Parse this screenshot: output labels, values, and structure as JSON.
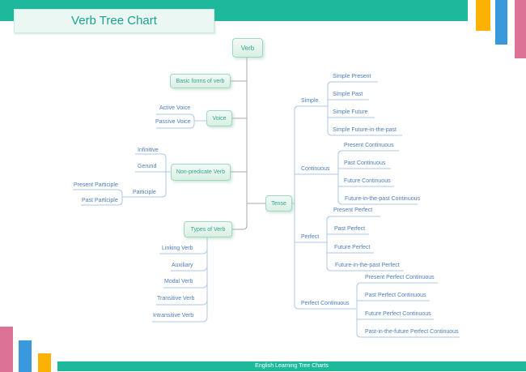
{
  "header": {
    "title": "Verb Tree Chart"
  },
  "footer": {
    "text": "English Learning Tree Charts"
  },
  "colors": {
    "teal": "#1eb99d",
    "orange": "#fdb203",
    "blue": "#3a99dc",
    "pink": "#dc7296",
    "node_text": "#35a292",
    "leaf_text": "#4d7dba",
    "leaf_line": "#aec7e5",
    "tree_line": "#a8a8a8"
  },
  "tree": {
    "root": {
      "label": "Verb"
    },
    "branches": {
      "basic": {
        "label": "Basic forms of verb"
      },
      "voice": {
        "label": "Voice",
        "children": [
          "Active Voice",
          "Passive Voice"
        ]
      },
      "nonpredicate": {
        "label": "Non-predicate Verb",
        "children": [
          "Infinitive",
          "Gerund"
        ],
        "participle": {
          "label": "Participle",
          "children": [
            "Present Participle",
            "Past Participle"
          ]
        }
      },
      "types": {
        "label": "Types of Verb",
        "children": [
          "Linking Verb",
          "Auxiliary",
          "Modal Verb",
          "Transitive Verb",
          "Intransitive Verb"
        ]
      },
      "tense": {
        "label": "Tense",
        "groups": [
          {
            "label": "Simple",
            "children": [
              "Simple Present",
              "Simple Past",
              "Simple Future",
              "Simple Future-in-the-past"
            ]
          },
          {
            "label": "Continuous",
            "children": [
              "Present Continuous",
              "Past Continuous",
              "Future Continuous",
              "Future-in-the-past Continuous"
            ]
          },
          {
            "label": "Perfect",
            "children": [
              "Present  Perfect",
              "Past Perfect",
              "Future Perfect",
              "Future-in-the-past Perfect"
            ]
          },
          {
            "label": "Perfect Continuous",
            "children": [
              "Present Perfect Continuous",
              "Past Perfect Continuous",
              "Future Perfect Continuous",
              "Past-in-the-future Perfect Continuous"
            ]
          }
        ]
      }
    }
  }
}
